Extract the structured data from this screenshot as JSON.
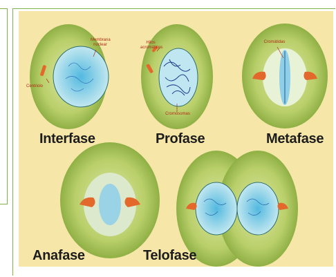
{
  "diagram": {
    "phases": {
      "interphase": "Interfase",
      "prophase": "Profase",
      "metaphase": "Metafase",
      "anaphase": "Anafase",
      "telophase": "Telofase"
    },
    "annotations": {
      "nuclear_membrane": "Membrana nuclear",
      "centriole": "Centriolo",
      "aster_fibers": "Hilos acromáticos",
      "chromosomes": "Cromosomas",
      "chromatids": "Cromátidas"
    }
  },
  "colors": {
    "background": "#f6e7a8",
    "cell_body": "#a9c45a",
    "cell_light": "#d9e39a",
    "nucleus": "#a7dbe9",
    "centriole": "#e2692b",
    "label_text": "#1c1c1c",
    "annotation_text": "#b02a14",
    "frame": "#7fb24a"
  }
}
